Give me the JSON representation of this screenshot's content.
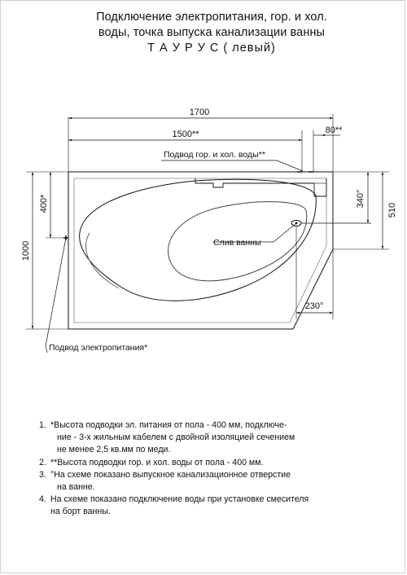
{
  "title": {
    "line1": "Подключение электропитания, гор. и хол.",
    "line2": "воды, точка выпуска канализации ванны",
    "line3": "Т А У Р У С ( левый)"
  },
  "dimensions": {
    "total_width": "1700",
    "width_1500": "1500**",
    "width_80": "80**",
    "height_1000": "1000",
    "height_400": "400*",
    "depth_510": "510",
    "depth_340": "340°",
    "drain_230": "230°"
  },
  "callouts": {
    "water_supply": "Подвод гор. и хол. воды**",
    "drain": "Слив ванны",
    "power_supply": "Подвод электропитания*"
  },
  "notes": [
    {
      "num": "1.",
      "lines": [
        "*Высота подводки эл. питания от пола - 400 мм, подключе-",
        "ние - 3-х жильным кабелем с двойной изоляцией сечением",
        "не менее 2,5 кв.мм по меди."
      ]
    },
    {
      "num": "2.",
      "lines": [
        "**Высота подводки гор. и хол. воды от пола - 400 мм."
      ]
    },
    {
      "num": "3.",
      "lines": [
        "°На схеме показано выпускное канализационное отверстие",
        "на ванне."
      ]
    },
    {
      "num": "4.",
      "lines": [
        "На схеме показано подключение воды при установке смесителя",
        "на борт ванны."
      ]
    }
  ]
}
